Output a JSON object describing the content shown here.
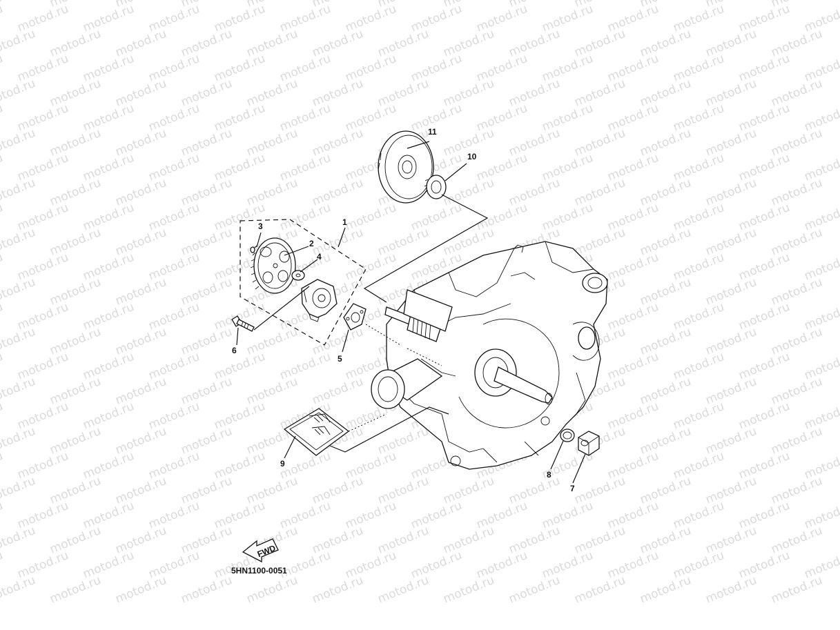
{
  "diagram": {
    "watermark": "motod.ru",
    "callouts": [
      {
        "id": "1",
        "label": "1"
      },
      {
        "id": "2",
        "label": "2"
      },
      {
        "id": "3",
        "label": "3"
      },
      {
        "id": "4",
        "label": "4"
      },
      {
        "id": "5",
        "label": "5"
      },
      {
        "id": "6",
        "label": "6"
      },
      {
        "id": "7",
        "label": "7"
      },
      {
        "id": "8",
        "label": "8"
      },
      {
        "id": "9",
        "label": "9"
      },
      {
        "id": "10",
        "label": "10"
      },
      {
        "id": "11",
        "label": "11"
      }
    ],
    "fwd_label": "FWD",
    "drawing_code": "5HN1100-0051"
  }
}
